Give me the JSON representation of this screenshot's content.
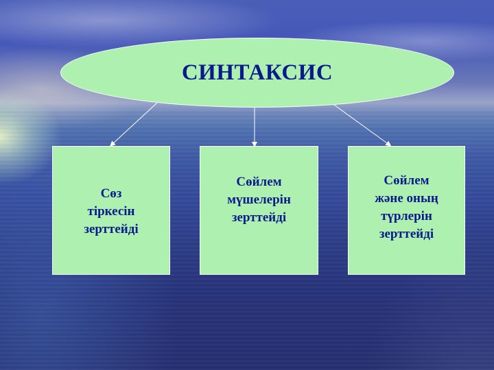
{
  "slide": {
    "title": "СИНТАКСИС",
    "colors": {
      "shape_fill": "#aef0b0",
      "text": "#0a1a8c",
      "outline": "#ffffff",
      "background_top": "#4a5fb8",
      "background_bottom": "#262f70"
    },
    "boxes": [
      {
        "lines": [
          "Сөз",
          "тіркесін",
          "зерттейді"
        ]
      },
      {
        "lines": [
          "Сөйлем",
          "мүшелерін",
          "зерттейді"
        ]
      },
      {
        "lines": [
          "Сөйлем",
          "және оның",
          "түрлерін",
          "зерттейді"
        ]
      }
    ]
  }
}
